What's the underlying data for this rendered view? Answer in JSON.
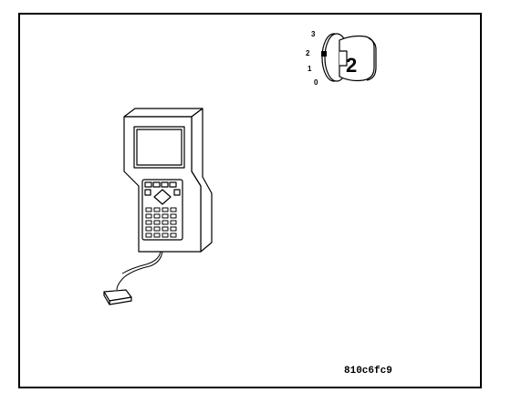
{
  "ignition_switch": {
    "positions": [
      "3",
      "2",
      "1",
      "0"
    ],
    "key_label": "2"
  },
  "reference_code": "810c6fc9",
  "icons": {
    "scan_tool": "handheld-diagnostic-tester-icon",
    "connector": "diagnostic-connector-plug-icon",
    "ignition": "ignition-key-switch-icon"
  }
}
